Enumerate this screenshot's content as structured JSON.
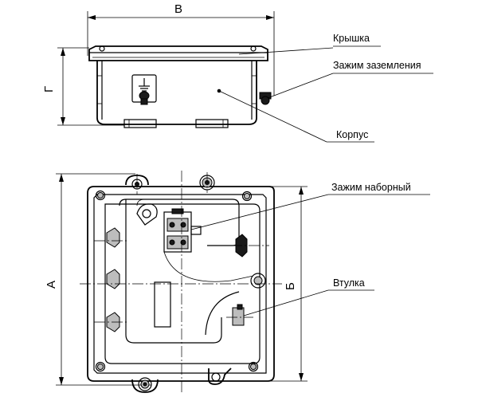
{
  "dimensions": {
    "width_top": "В",
    "height_side": "Г",
    "length_front": "А",
    "width_front": "Б"
  },
  "callouts": {
    "cover": "Крышка",
    "ground_clamp": "Зажим заземления",
    "body": "Корпус",
    "terminal_block": "Зажим наборный",
    "bushing": "Втулка"
  }
}
